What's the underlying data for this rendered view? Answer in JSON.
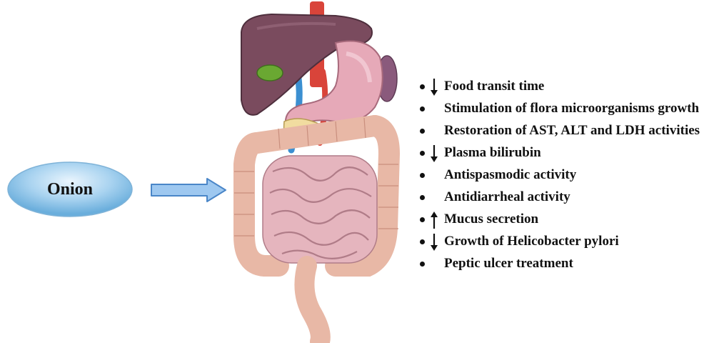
{
  "onion": {
    "label": "Onion"
  },
  "colors": {
    "onion_fill": "#8fc5ea",
    "arrow_fill": "#9ec8f0",
    "arrow_stroke": "#4a86c8",
    "liver": "#7a4b5e",
    "stomach": "#e6a9b8",
    "intestine": "#e5b5be",
    "gallbladder": "#6aa832",
    "aorta": "#d9443a",
    "vein": "#3b8fd1"
  },
  "effects": [
    {
      "direction": "down",
      "text": "Food transit time"
    },
    {
      "direction": "none",
      "text": "Stimulation of flora microorganisms growth"
    },
    {
      "direction": "none",
      "text": "Restoration of AST, ALT and LDH activities"
    },
    {
      "direction": "down",
      "text": "Plasma bilirubin"
    },
    {
      "direction": "none",
      "text": "Antispasmodic activity"
    },
    {
      "direction": "none",
      "text": "Antidiarrheal activity"
    },
    {
      "direction": "up",
      "text": "Mucus secretion"
    },
    {
      "direction": "down",
      "text": "Growth of Helicobacter pylori"
    },
    {
      "direction": "none",
      "text": "Peptic ulcer treatment"
    }
  ]
}
